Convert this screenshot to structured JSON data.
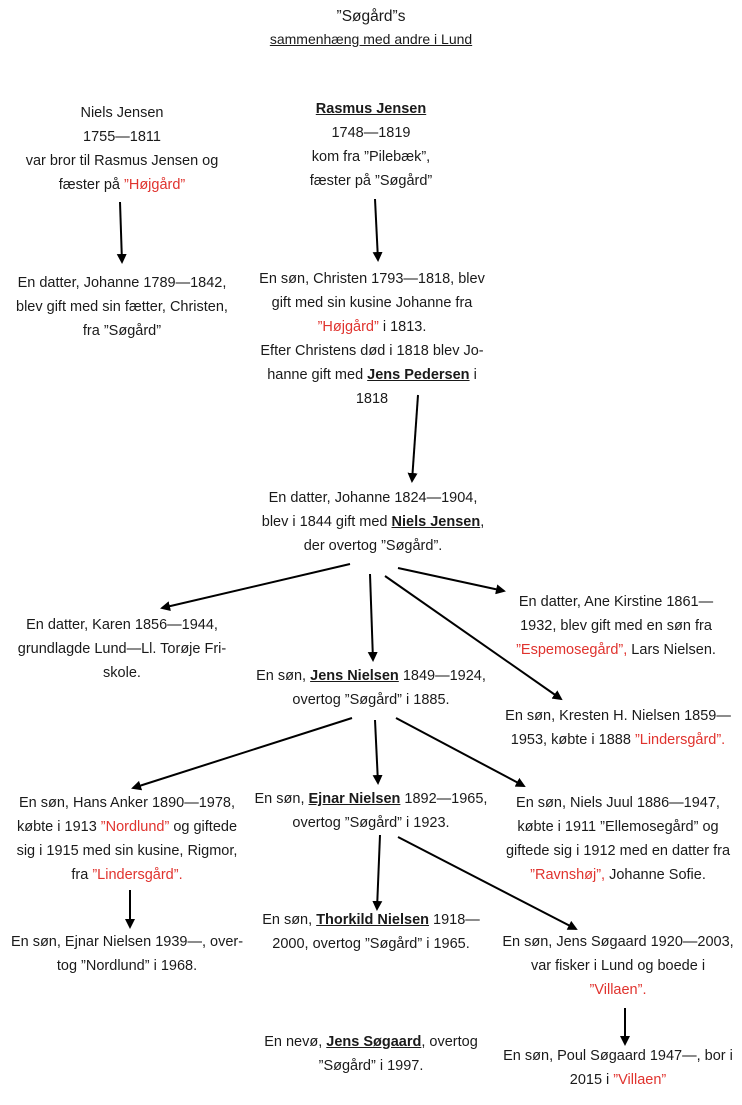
{
  "header": {
    "title": "”Søgård”s",
    "subtitle": "sammenhæng med andre i Lund"
  },
  "nodes": {
    "niels_1755": {
      "l1": "Niels Jensen",
      "l2": "1755—1811",
      "l3": "var bror til Rasmus Jensen og",
      "l4a": "fæster på ",
      "l4b": "”Højgård”"
    },
    "rasmus": {
      "name": "Rasmus Jensen",
      "l2": "1748—1819",
      "l3": "kom fra ”Pilebæk”,",
      "l4": "fæster på ”Søgård”"
    },
    "johanne_1789": {
      "l1": "En datter, Johanne 1789—1842,",
      "l2": "blev gift med sin fætter, Christen,",
      "l3": "fra ”Søgård”"
    },
    "christen": {
      "l1": "En søn, Christen 1793—1818, blev",
      "l2": "gift med sin kusine Johanne fra",
      "l3a": "”Højgård”",
      "l3b": " i 1813.",
      "l4": "Efter Christens død i 1818 blev Jo-",
      "l5a": "hanne gift med ",
      "l5b": "Jens Pedersen",
      "l5c": " i",
      "l6": "1818"
    },
    "johanne_1824": {
      "l1": "En datter, Johanne 1824—1904,",
      "l2a": "blev i 1844 gift med ",
      "l2b": "Niels Jensen",
      "l2c": ",",
      "l3": "der overtog ”Søgård”."
    },
    "karen": {
      "l1": "En datter, Karen 1856—1944,",
      "l2": "grundlagde Lund—Ll. Torøje Fri-",
      "l3": "skole."
    },
    "ane": {
      "l1": "En datter, Ane Kirstine 1861—",
      "l2": "1932, blev gift med en søn fra",
      "l3a": "”Espemosegård”,",
      "l3b": " Lars Nielsen."
    },
    "jens_1849": {
      "l1a": "En søn, ",
      "l1b": "Jens Nielsen",
      "l1c": " 1849—1924,",
      "l2": "overtog ”Søgård” i 1885."
    },
    "kresten": {
      "l1": "En søn, Kresten H. Nielsen 1859—",
      "l2a": "1953, købte i 1888 ",
      "l2b": "”Lindersgård”."
    },
    "hans": {
      "l1": "En søn, Hans Anker 1890—1978,",
      "l2a": "købte i 1913 ",
      "l2b": "”Nordlund”",
      "l2c": " og giftede",
      "l3": "sig i 1915 med sin kusine, Rigmor,",
      "l4a": "fra ",
      "l4b": "”Lindersgård”."
    },
    "ejnar_1892": {
      "l1a": "En søn, ",
      "l1b": "Ejnar Nielsen",
      "l1c": " 1892—1965,",
      "l2": "overtog ”Søgård” i 1923."
    },
    "niels_juul": {
      "l1": "En søn, Niels Juul 1886—1947,",
      "l2": "købte i 1911 ”Ellemosegård” og",
      "l3": "giftede sig i 1912 med en datter fra",
      "l4a": "”Ravnshøj”,",
      "l4b": " Johanne Sofie."
    },
    "ejnar_1939": {
      "l1": "En søn, Ejnar Nielsen 1939—, over-",
      "l2": "tog ”Nordlund” i 1968."
    },
    "thorkild": {
      "l1a": "En søn, ",
      "l1b": "Thorkild Nielsen",
      "l1c": " 1918—",
      "l2": "2000, overtog ”Søgård” i 1965."
    },
    "jens_1920": {
      "l1": "En søn, Jens Søgaard 1920—2003,",
      "l2": "var fisker i Lund og boede i",
      "l3": "”Villaen”."
    },
    "nevo": {
      "l1a": "En nevø, ",
      "l1b": "Jens Søgaard",
      "l1c": ", overtog",
      "l2": "”Søgård” i 1997."
    },
    "poul": {
      "l1": "En søn, Poul Søgaard 1947—, bor i",
      "l2a": "2015 i ",
      "l2b": "”Villaen”"
    }
  },
  "colors": {
    "text": "#1a1a1a",
    "place_highlight": "#e0332e",
    "arrow": "#000000"
  }
}
